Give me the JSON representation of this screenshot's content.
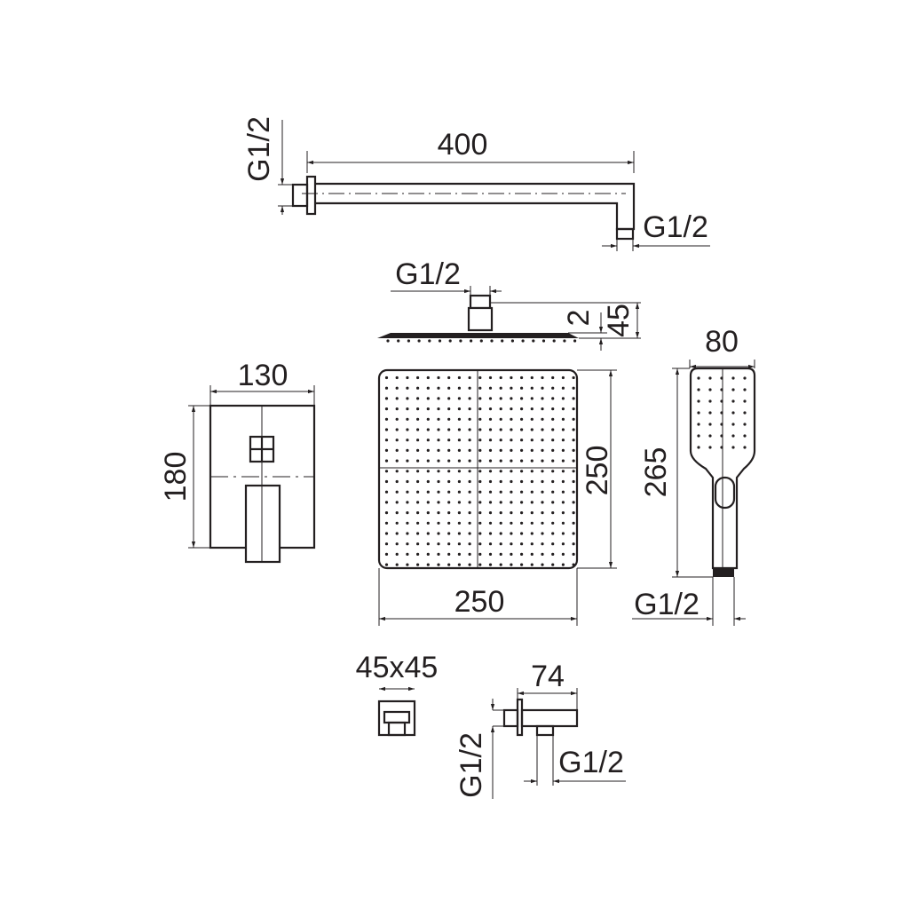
{
  "shower_arm": {
    "length_label": "400",
    "wall_thread_label": "G1/2",
    "outlet_thread_label": "G1/2"
  },
  "head_side": {
    "thread_label": "G1/2",
    "thickness_label": "2",
    "height_label": "45"
  },
  "head_top": {
    "width_label": "250",
    "depth_label": "250"
  },
  "mixer": {
    "width_label": "130",
    "height_label": "180"
  },
  "hand_shower": {
    "width_label": "80",
    "length_label": "265",
    "thread_label": "G1/2"
  },
  "wall_bracket": {
    "size_label": "45x45"
  },
  "wall_outlet": {
    "length_label": "74",
    "wall_thread_label": "G1/2",
    "outlet_thread_label": "G1/2"
  },
  "colors": {
    "line": "#231f20",
    "background": "#ffffff"
  }
}
